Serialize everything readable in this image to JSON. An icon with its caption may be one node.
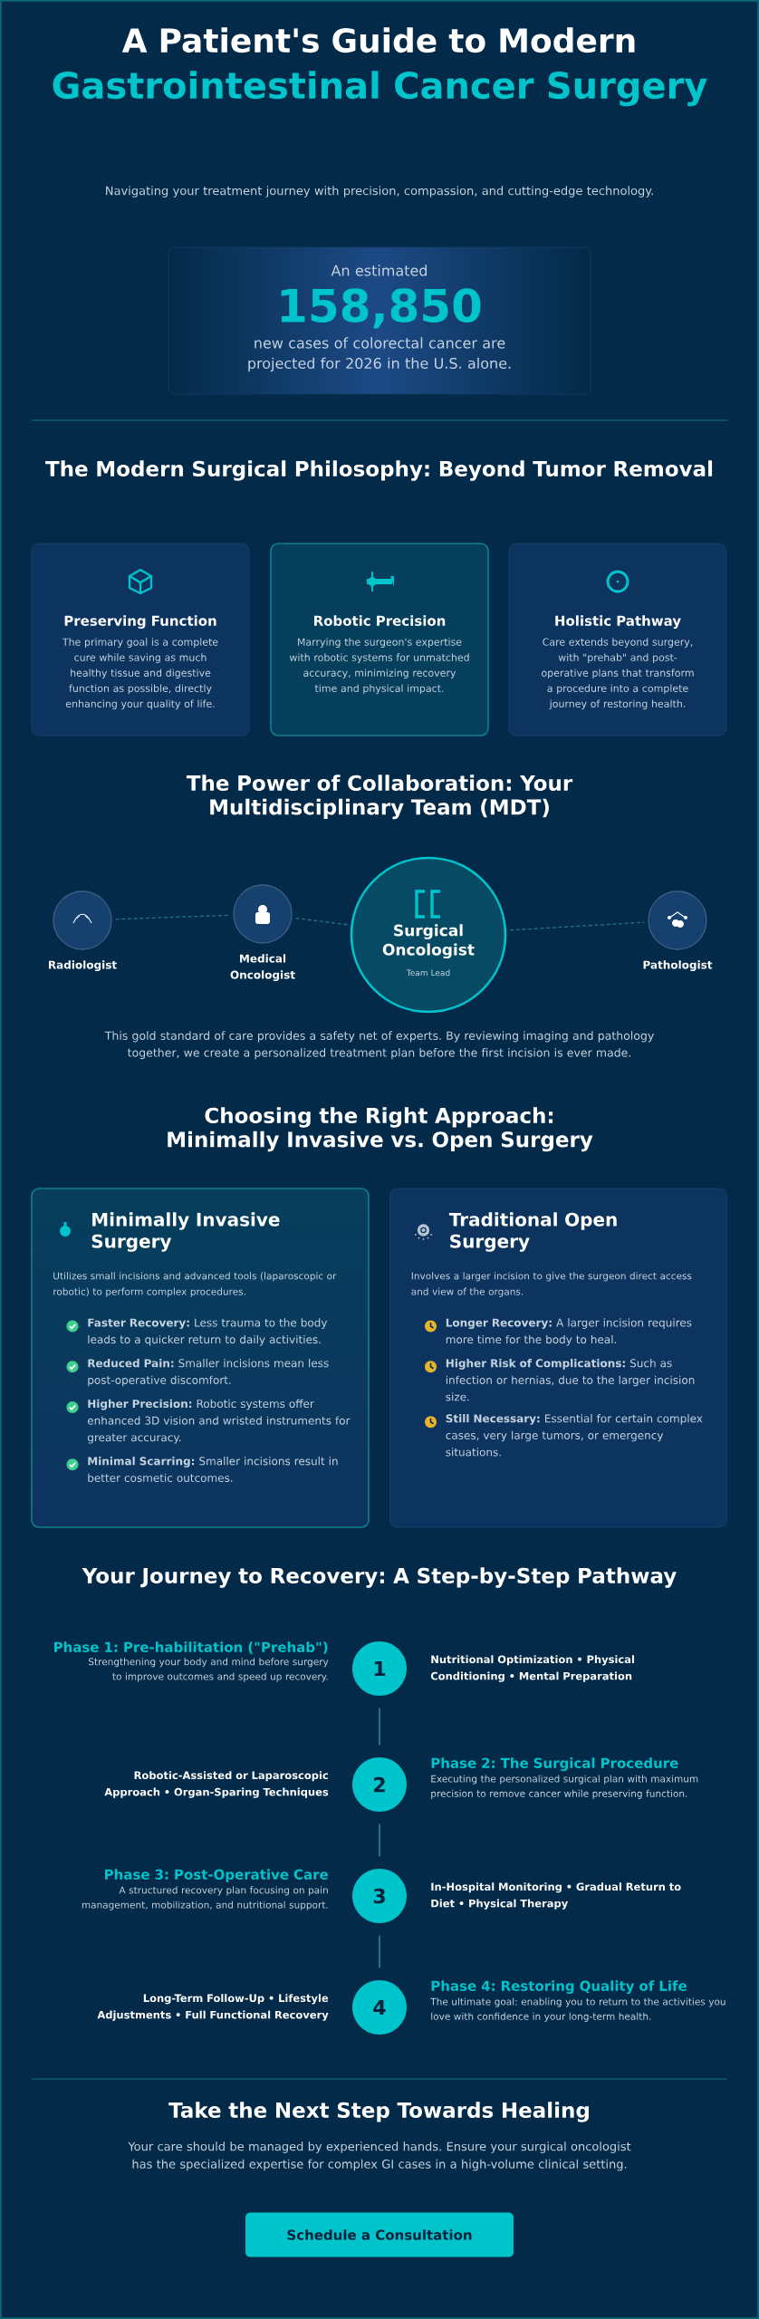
{
  "diagram": {
    "title": "A Patient's Guide to Modern",
    "nodes": [
      {
        "text": [
          "An estimated",
          "158,850",
          "new cases of colorectal cancer are projected for 2026 in the U.S. alone."
        ]
      },
      {
        "text": [
          "Preserving Function",
          "The primary goal is a complete cure while saving as much healthy tissue and digestive function as possible, directly enhancing your quality of life."
        ]
      },
      {
        "text": [
          "Robotic Precision",
          "Marrying the surgeon's expertise with robotic systems for unmatched accuracy, minimizing recovery time and physical impact."
        ]
      },
      {
        "text": [
          "Holistic Pathway",
          "Care extends beyond surgery, with \"prehab\" and post-operative plans that transform a procedure into a complete journey of restoring health."
        ]
      },
      {
        "text": [],
        "shape": "circle",
        "beside": [
          "Radiologist"
        ]
      },
      {
        "text": [],
        "shape": "circle",
        "beside": [
          "Medical Oncologist"
        ]
      },
      {
        "text": [
          "Surgical Oncologist",
          "Team Lead"
        ]
      },
      {
        "text": [],
        "shape": "circle",
        "beside": [
          "Pathologist"
        ]
      },
      {
        "text": [
          "Minimally Invasive Surgery",
          "Utilizes small incisions and advanced tools (laparoscopic or robotic) to perform complex procedures.",
          "**Faster Recovery:** Less trauma to the body leads to a quicker return to daily activities.",
          "**Reduced Pain:** Smaller incisions mean less post-operative discomfort.",
          "**Higher Precision:** Robotic systems offer enhanced 3D vision and wristed instruments for greater accuracy.",
          "**Minimal Scarring:** Smaller incisions result in better cosmetic outcomes."
        ]
      },
      {
        "text": [
          "Traditional Open Surgery",
          "Involves a larger incision to give the surgeon direct access and view of the organs.",
          "**Longer Recovery:** A larger incision requires more time for the body to heal.",
          "**Higher Risk of Complications:** Such as infection or hernias, due to the larger incision size.",
          "**Still Necessary:** Essential for certain complex cases, very large tumors, or emergency situations."
        ]
      },
      {
        "text": [
          "1"
        ],
        "beside": [
          "Phase 1: Pre-habilitation (\"Prehab\")",
          "Strengthening your body and mind before surgery to improve outcomes and speed up recovery.",
          "Nutritional Optimization • Physical Conditioning • Mental Preparation"
        ]
      },
      {
        "text": [
          "2"
        ],
        "beside": [
          "Phase 2: The Surgical Procedure",
          "Executing the personalized surgical plan with maximum precision to remove cancer while preserving function.",
          "Robotic-Assisted or Laparoscopic Approach • Organ-Sparing Techniques"
        ]
      },
      {
        "text": [
          "3"
        ],
        "beside": [
          "Phase 3: Post-Operative Care",
          "A structured recovery plan focusing on pain management, mobilization, and nutritional support.",
          "In-Hospital Monitoring • Gradual Return to Diet • Physical Therapy"
        ]
      },
      {
        "text": [
          "4"
        ],
        "beside": [
          "Phase 4: Restoring Quality of Life",
          "The ultimate goal: enabling you to return to the activities you love with confidence in your long-term health.",
          "Long-Term Follow-Up • Lifestyle Adjustments • Full Functional Recovery"
        ]
      },
      {
        "text": [
          "Schedule a Consultation"
        ]
      }
    ],
    "edges": [
      {
        "from": 4,
        "to": 5,
        "arrow": "none",
        "style": "dashed"
      },
      {
        "from": 5,
        "to": 6,
        "arrow": "none",
        "style": "dashed"
      },
      {
        "from": 6,
        "to": 7,
        "arrow": "none",
        "style": "dashed"
      },
      {
        "from": 10,
        "to": 11,
        "arrow": "none"
      },
      {
        "from": 11,
        "to": 12,
        "arrow": "none"
      },
      {
        "from": 12,
        "to": 13,
        "arrow": "none"
      }
    ],
    "labels": [
      "Gastrointestinal Cancer Surgery",
      "Navigating your treatment journey with precision, compassion, and cutting-edge technology.",
      "The Modern Surgical Philosophy: Beyond Tumor Removal",
      "The Power of Collaboration: Your Multidisciplinary Team (MDT)",
      "This gold standard of care provides a safety net of experts. By reviewing imaging and pathology together, we create a personalized treatment plan before the first incision is ever made.",
      "Choosing the Right Approach: Minimally Invasive vs. Open Surgery",
      "Your Journey to Recovery: A Step-by-Step Pathway",
      "Take the Next Step Towards Healing",
      "Your care should be managed by experienced hands. Ensure your surgical oncologist has the specialized expertise for complex GI cases in a high-volume clinical setting."
    ]
  }
}
